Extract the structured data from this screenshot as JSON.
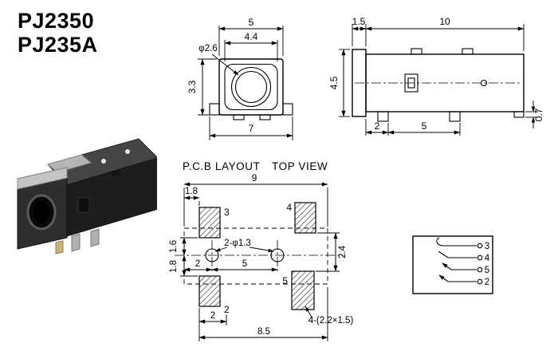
{
  "title": {
    "line1": "PJ2350",
    "line2": "PJ235A"
  },
  "front_view": {
    "dim_width_outer": "5",
    "dim_width_inner": "4.4",
    "dim_hole": "φ2.6",
    "dim_height": "3.3",
    "dim_width_total": "7"
  },
  "side_view": {
    "dim_flange": "1.5",
    "dim_body": "10",
    "dim_height": "4.5",
    "dim_foot_offset": "2",
    "dim_foot_pitch": "5",
    "dim_tab": "0.7"
  },
  "pcb": {
    "title_left": "P.C.B LAYOUT",
    "title_right": "TOP VIEW",
    "dim_overall": "9",
    "dim_pad_offset": "1.8",
    "dim_hole_up": "1.6",
    "dim_hole_down": "1.8",
    "dim_hole_left": "2",
    "dim_hole_pitch": "5",
    "dim_pad_gap": "2.4",
    "dim_bottom_left": "2",
    "dim_bottom_span": "8.5",
    "label_holes": "2-φ1.3",
    "label_pads": "4-(2.2×1.5)",
    "pad_labels": {
      "p3": "3",
      "p4": "4",
      "p2": "2",
      "p5": "5"
    }
  },
  "schematic": {
    "pins": [
      "3",
      "4",
      "5",
      "2"
    ]
  }
}
